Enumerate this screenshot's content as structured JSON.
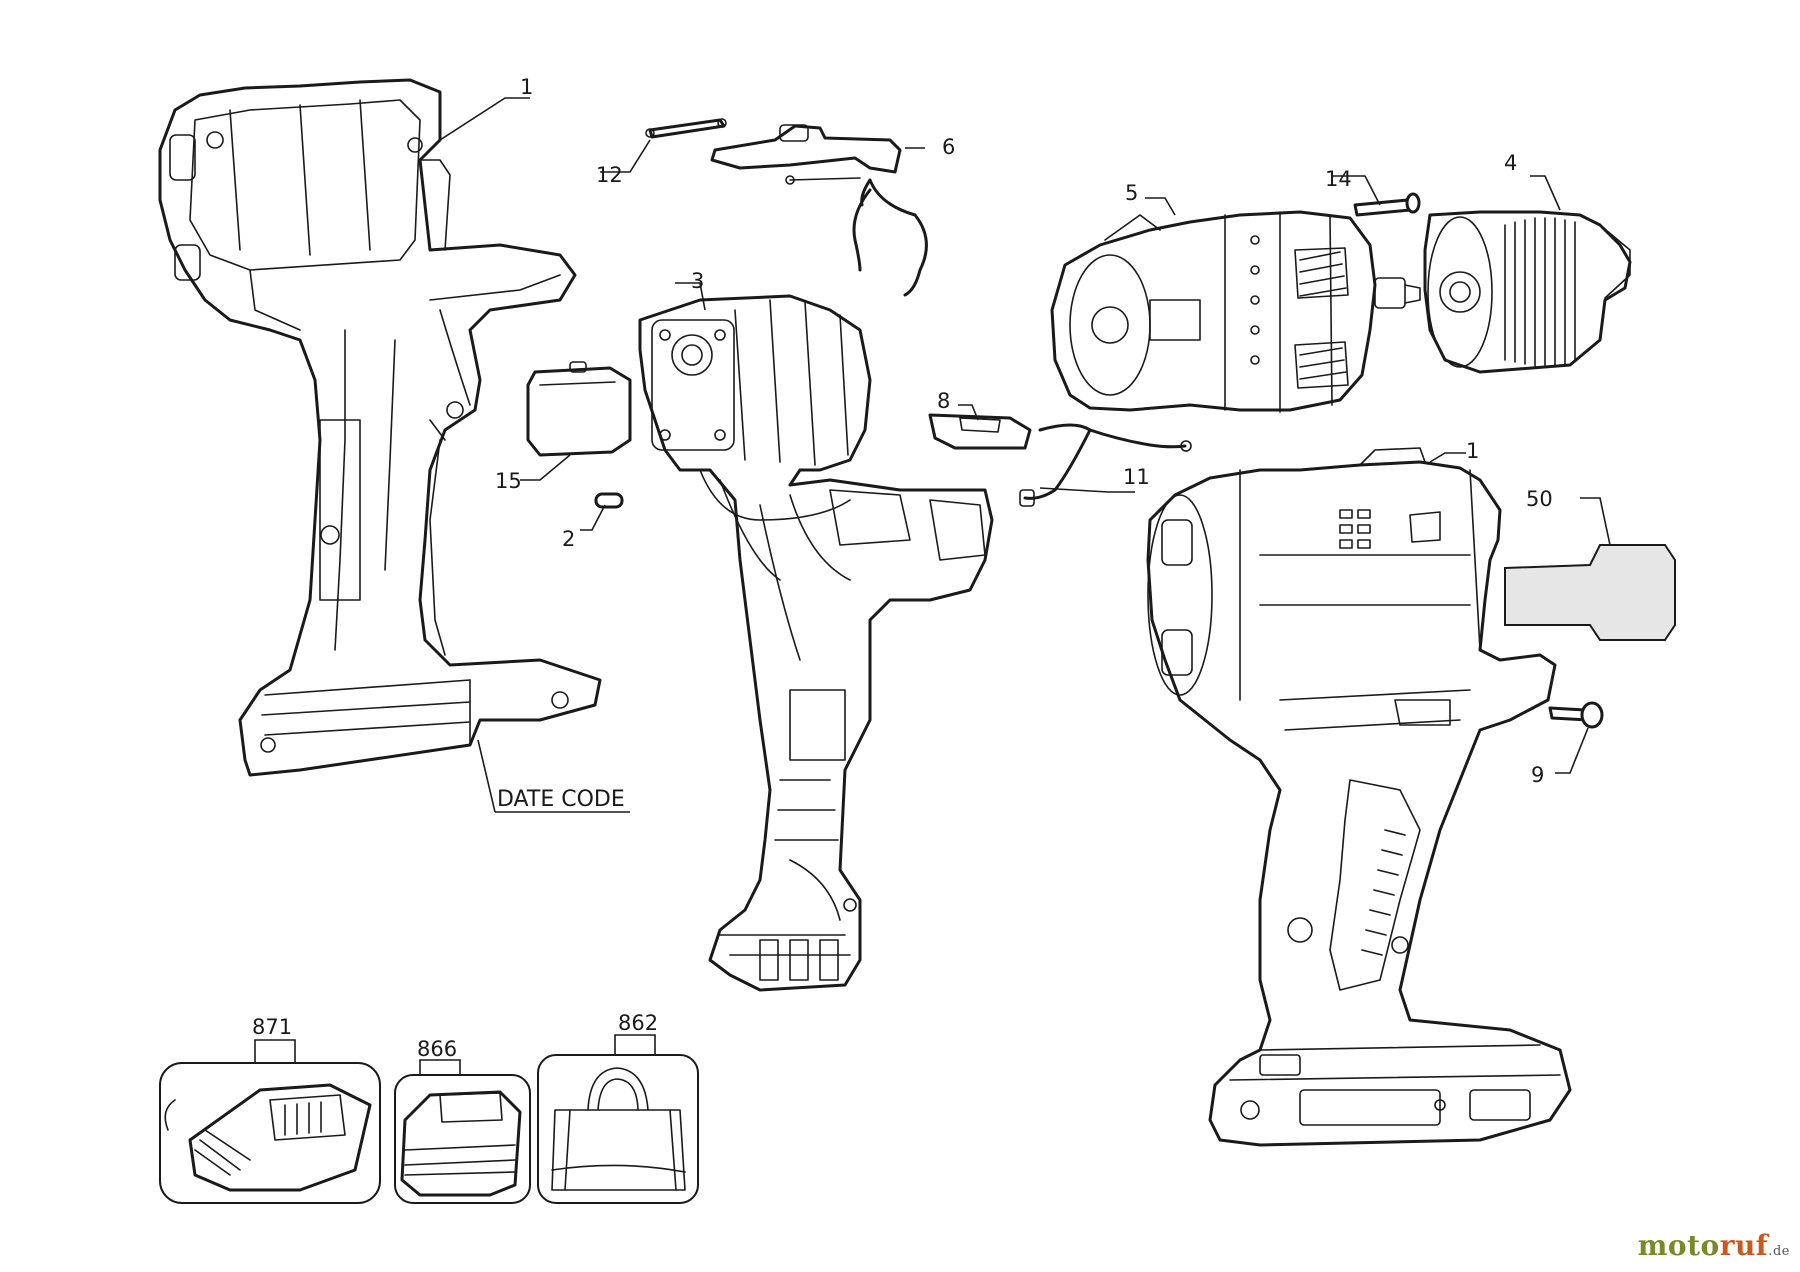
{
  "callouts": {
    "c1_top": "1",
    "c1_right": "1",
    "c2": "2",
    "c3": "3",
    "c4": "4",
    "c5": "5",
    "c6": "6",
    "c8": "8",
    "c9": "9",
    "c11": "11",
    "c12": "12",
    "c14": "14",
    "c15": "15",
    "c50": "50",
    "c862": "862",
    "c866": "866",
    "c871": "871"
  },
  "date_code_label": "DATE CODE",
  "watermark": {
    "brand_a": "moto",
    "brand_b": "ruf",
    "tld": ".de"
  },
  "colors": {
    "line": "#1a1a1a",
    "watermark_green": "#7a8a2a",
    "watermark_accent": "#c7581f"
  }
}
